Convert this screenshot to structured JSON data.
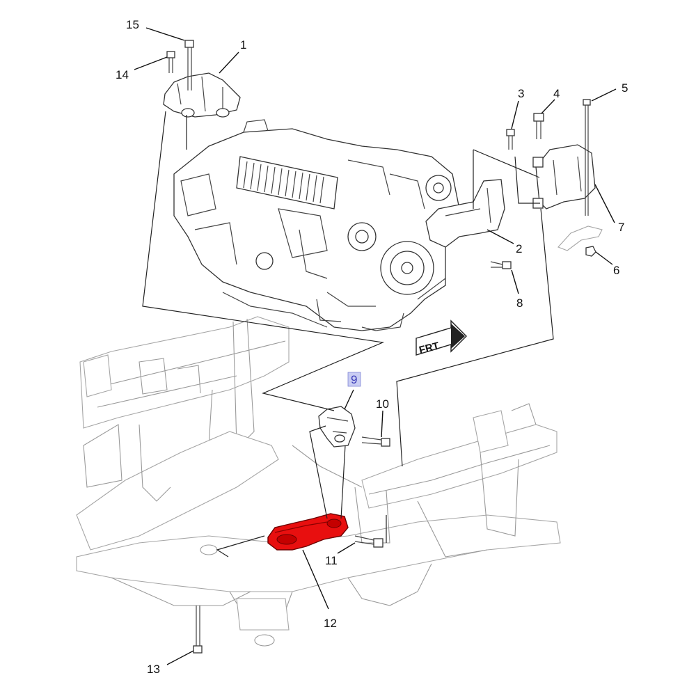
{
  "colors": {
    "highlight_part": "#e80f0f",
    "highlight_callout_bg": "#c9cdf3",
    "line": "#222222",
    "frame_line": "#9a9a9a"
  },
  "direction_badge": {
    "label": "FRT",
    "icon": "arrow-right-icon"
  },
  "callouts": [
    {
      "id": "c1",
      "number": "1"
    },
    {
      "id": "c2",
      "number": "2"
    },
    {
      "id": "c3",
      "number": "3"
    },
    {
      "id": "c4",
      "number": "4"
    },
    {
      "id": "c5",
      "number": "5"
    },
    {
      "id": "c6",
      "number": "6"
    },
    {
      "id": "c7",
      "number": "7"
    },
    {
      "id": "c8",
      "number": "8"
    },
    {
      "id": "c9",
      "number": "9",
      "highlighted": true
    },
    {
      "id": "c10",
      "number": "10"
    },
    {
      "id": "c11",
      "number": "11"
    },
    {
      "id": "c12",
      "number": "12",
      "part_highlighted": true
    },
    {
      "id": "c13",
      "number": "13"
    },
    {
      "id": "c14",
      "number": "14"
    },
    {
      "id": "c15",
      "number": "15"
    }
  ]
}
